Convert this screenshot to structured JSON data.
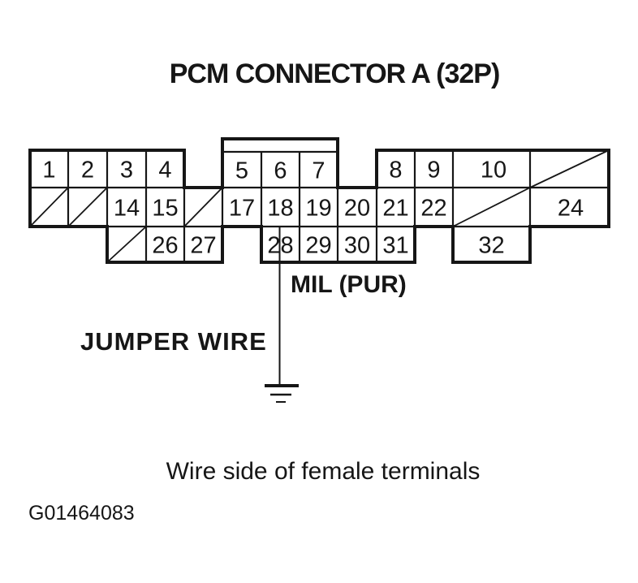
{
  "page": {
    "title": "PCM CONNECTOR A (32P)",
    "caption": "Wire side of female terminals",
    "figure_id": "G01464083"
  },
  "wiring": {
    "wire_label": "MIL (PUR)",
    "jumper_label": "JUMPER WIRE",
    "grounded_pin": "28"
  },
  "connector": {
    "pins": {
      "1": "1",
      "2": "2",
      "3": "3",
      "4": "4",
      "5": "5",
      "6": "6",
      "7": "7",
      "8": "8",
      "9": "9",
      "10": "10",
      "14": "14",
      "15": "15",
      "17": "17",
      "18": "18",
      "19": "19",
      "20": "20",
      "21": "21",
      "22": "22",
      "24": "24",
      "26": "26",
      "27": "27",
      "28": "28",
      "29": "29",
      "30": "30",
      "31": "31",
      "32": "32"
    }
  },
  "colors": {
    "ink": "#161616",
    "background": "#ffffff"
  }
}
